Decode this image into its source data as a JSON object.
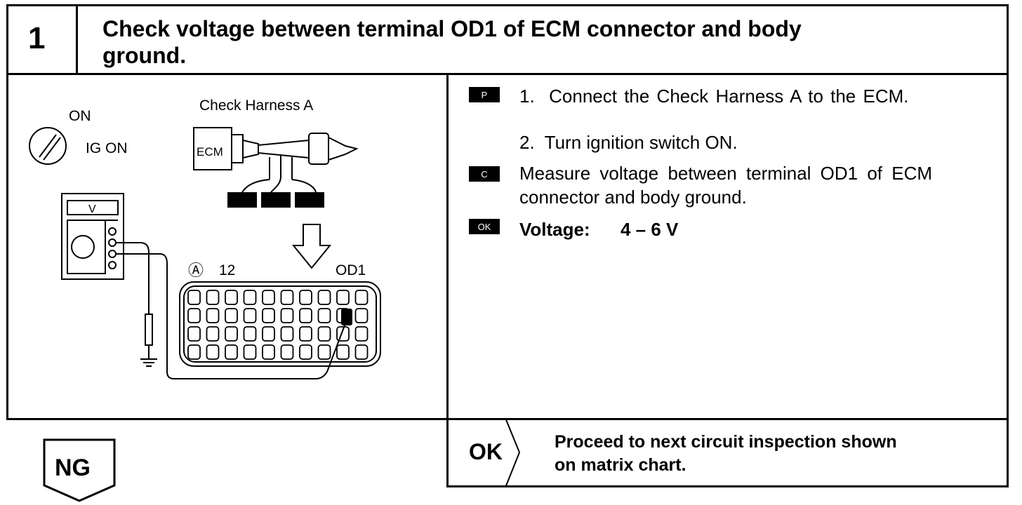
{
  "step": {
    "number": "1",
    "title_line1": "Check voltage between terminal OD1 of ECM connector and body",
    "title_line2": "ground."
  },
  "diagram": {
    "switch_on_label": "ON",
    "switch_ig_label": "IG ON",
    "harness_label": "Check Harness A",
    "ecm_label": "ECM",
    "meter_label": "V",
    "connector_marker": "Ⓐ",
    "pin_left_label": "12",
    "pin_right_label": "OD1"
  },
  "instructions": {
    "p_tag": "P",
    "step1": "1.  Connect the Check Harness A to the ECM.",
    "step2": "2.  Turn ignition switch ON.",
    "c_tag": "C",
    "measure_line1": "Measure voltage between terminal OD1 of ECM",
    "measure_line2": "connector and body ground.",
    "ok_tag": "OK",
    "voltage_label": "Voltage:",
    "voltage_value": "4 – 6 V"
  },
  "results": {
    "ng_label": "NG",
    "ok_label": "OK",
    "ok_text_line1": "Proceed to next circuit inspection shown",
    "ok_text_line2": "on matrix chart."
  }
}
